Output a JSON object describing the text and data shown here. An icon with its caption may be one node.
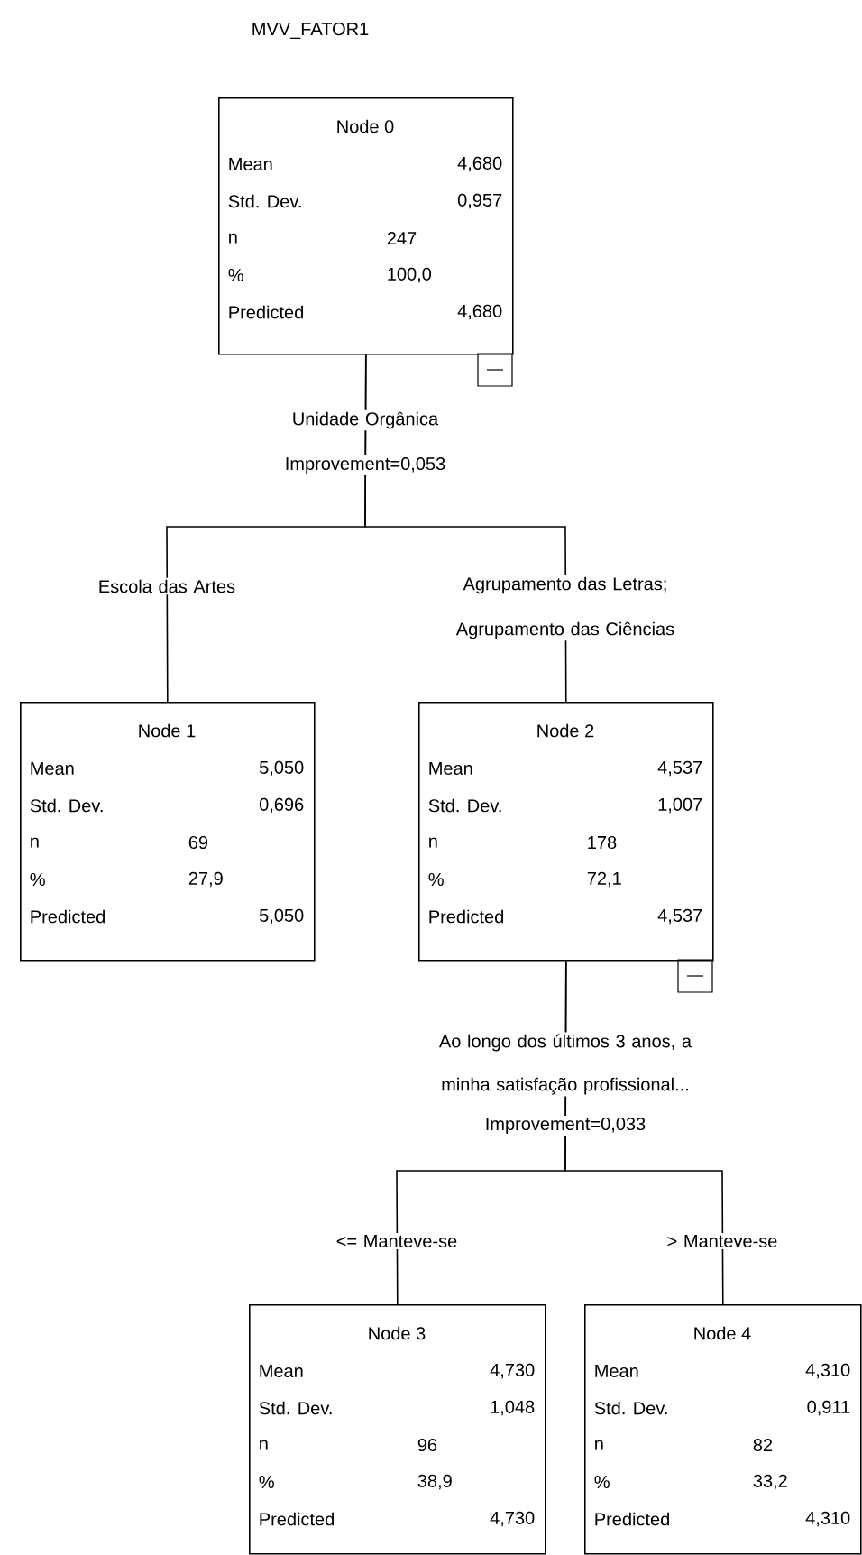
{
  "diagram": {
    "title": "MVV_FATOR1",
    "nodes": [
      {
        "text": [
          "Node 0",
          "Mean",
          "4,680",
          "Std. Dev.",
          "0,957",
          "n",
          "247",
          "%",
          "100,0",
          "Predicted",
          "4,680"
        ],
        "beside": [
          "Unidade Orgânica",
          "Improvement=0,053"
        ]
      },
      {
        "text": [
          "Node 1",
          "Mean",
          "5,050",
          "Std. Dev.",
          "0,696",
          "n",
          "69",
          "%",
          "27,9",
          "Predicted",
          "5,050"
        ]
      },
      {
        "text": [
          "Node 2",
          "Mean",
          "4,537",
          "Std. Dev.",
          "1,007",
          "n",
          "178",
          "%",
          "72,1",
          "Predicted",
          "4,537"
        ],
        "beside": [
          "Ao longo dos últimos 3 anos, a minha satisfação profissional...",
          "Improvement=0,033"
        ]
      },
      {
        "text": [
          "Node 3",
          "Mean",
          "4,730",
          "Std. Dev.",
          "1,048",
          "n",
          "96",
          "%",
          "38,9",
          "Predicted",
          "4,730"
        ]
      },
      {
        "text": [
          "Node 4",
          "Mean",
          "4,310",
          "Std. Dev.",
          "0,911",
          "n",
          "82",
          "%",
          "33,2",
          "Predicted",
          "4,310"
        ]
      }
    ],
    "edges": [
      {
        "from": 0,
        "to": 1,
        "arrow": "none",
        "label": "Escola das Artes"
      },
      {
        "from": 0,
        "to": 2,
        "arrow": "none",
        "label": "Agrupamento das Letras; Agrupamento das Ciências"
      },
      {
        "from": 2,
        "to": 3,
        "arrow": "none",
        "label": "<= Manteve-se"
      },
      {
        "from": 2,
        "to": 4,
        "arrow": "none",
        "label": "> Manteve-se"
      }
    ]
  }
}
